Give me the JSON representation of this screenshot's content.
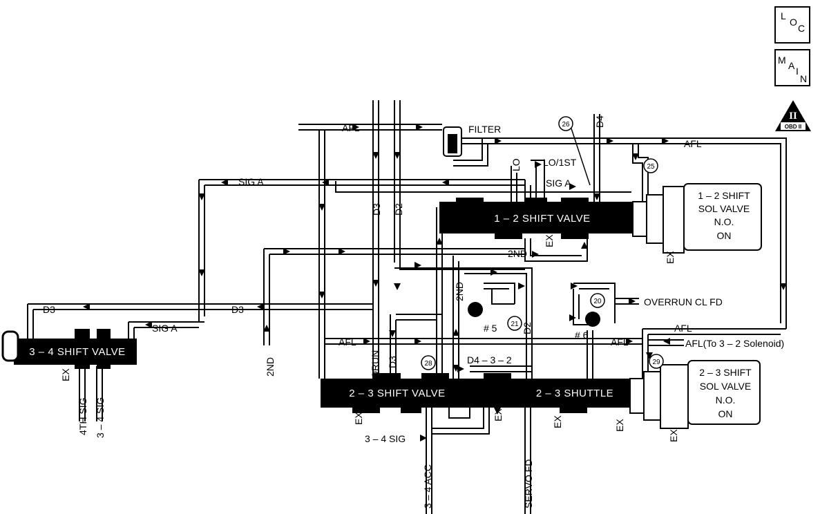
{
  "icons": {
    "loc": {
      "l1": "L",
      "l2": "O",
      "l3": "C"
    },
    "main": {
      "l1": "M",
      "l2": "A",
      "l3": "I",
      "l4": "N"
    },
    "obd": {
      "numeral": "II",
      "text": "OBD II"
    }
  },
  "valves": {
    "v12": "1 – 2 SHIFT VALVE",
    "v23": "2 – 3 SHIFT VALVE",
    "v34": "3 – 4 SHIFT VALVE",
    "shuttle": "2 – 3 SHUTTLE"
  },
  "solenoids": {
    "s12": [
      "1 – 2 SHIFT",
      "SOL VALVE",
      "N.O.",
      "ON"
    ],
    "s23": [
      "2 – 3 SHIFT",
      "SOL VALVE",
      "N.O.",
      "ON"
    ]
  },
  "labels": {
    "afl": "AFL",
    "filter": "FILTER",
    "siga": "SIG A",
    "d3": "D3",
    "d2": "D2",
    "d4": "D4",
    "lo": "LO",
    "lo1st": "LO/1ST",
    "nd2": "2ND",
    "ex": "EX",
    "orun": "ORUN",
    "overrun": "OVERRUN CL FD",
    "d432": "D4 – 3 – 2",
    "afl32": "AFL(To 3 – 2 Solenoid)",
    "sig34": "3 – 4 SIG",
    "sig4th": "4TH SIG",
    "acc34": "3 – 4 ACC",
    "servo": "SERVO FD",
    "c5": "# 5",
    "c6": "# 6"
  },
  "circles": {
    "c26": "26",
    "c25": "25",
    "c20": "20",
    "c21": "21",
    "c28": "28",
    "c29": "29"
  }
}
